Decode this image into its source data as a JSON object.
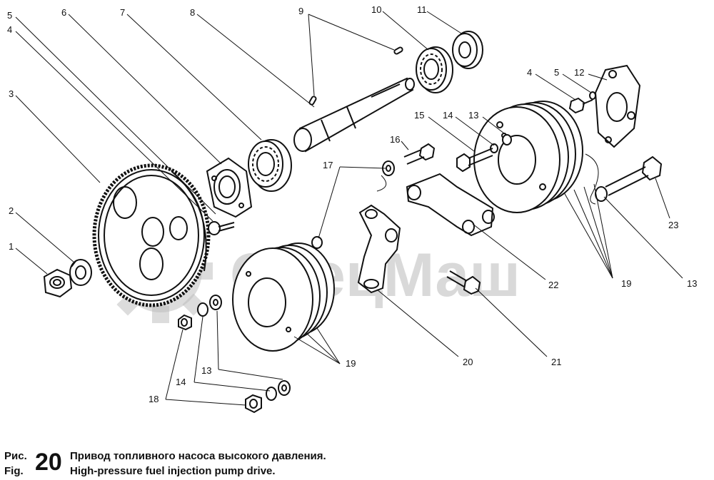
{
  "watermark": {
    "text": "СпецМаш",
    "color": "#b9b9b9"
  },
  "caption": {
    "prefix_ru": "Рис.",
    "prefix_en": "Fig.",
    "number": "20",
    "title_ru": "Привод топливного насоса высокого давления.",
    "title_en": "High-pressure fuel injection pump drive."
  },
  "callouts": [
    {
      "id": "1",
      "label": "1"
    },
    {
      "id": "2",
      "label": "2"
    },
    {
      "id": "3",
      "label": "3"
    },
    {
      "id": "4a",
      "label": "4"
    },
    {
      "id": "5a",
      "label": "5"
    },
    {
      "id": "6",
      "label": "6"
    },
    {
      "id": "7",
      "label": "7"
    },
    {
      "id": "8",
      "label": "8"
    },
    {
      "id": "9",
      "label": "9"
    },
    {
      "id": "10",
      "label": "10"
    },
    {
      "id": "11",
      "label": "11"
    },
    {
      "id": "4b",
      "label": "4"
    },
    {
      "id": "5b",
      "label": "5"
    },
    {
      "id": "12",
      "label": "12"
    },
    {
      "id": "15",
      "label": "15"
    },
    {
      "id": "14a",
      "label": "14"
    },
    {
      "id": "13a",
      "label": "13"
    },
    {
      "id": "16",
      "label": "16"
    },
    {
      "id": "17",
      "label": "17"
    },
    {
      "id": "23",
      "label": "23"
    },
    {
      "id": "22",
      "label": "22"
    },
    {
      "id": "19a",
      "label": "19"
    },
    {
      "id": "13b",
      "label": "13"
    },
    {
      "id": "21",
      "label": "21"
    },
    {
      "id": "20",
      "label": "20"
    },
    {
      "id": "19b",
      "label": "19"
    },
    {
      "id": "13c",
      "label": "13"
    },
    {
      "id": "14b",
      "label": "14"
    },
    {
      "id": "18",
      "label": "18"
    }
  ]
}
